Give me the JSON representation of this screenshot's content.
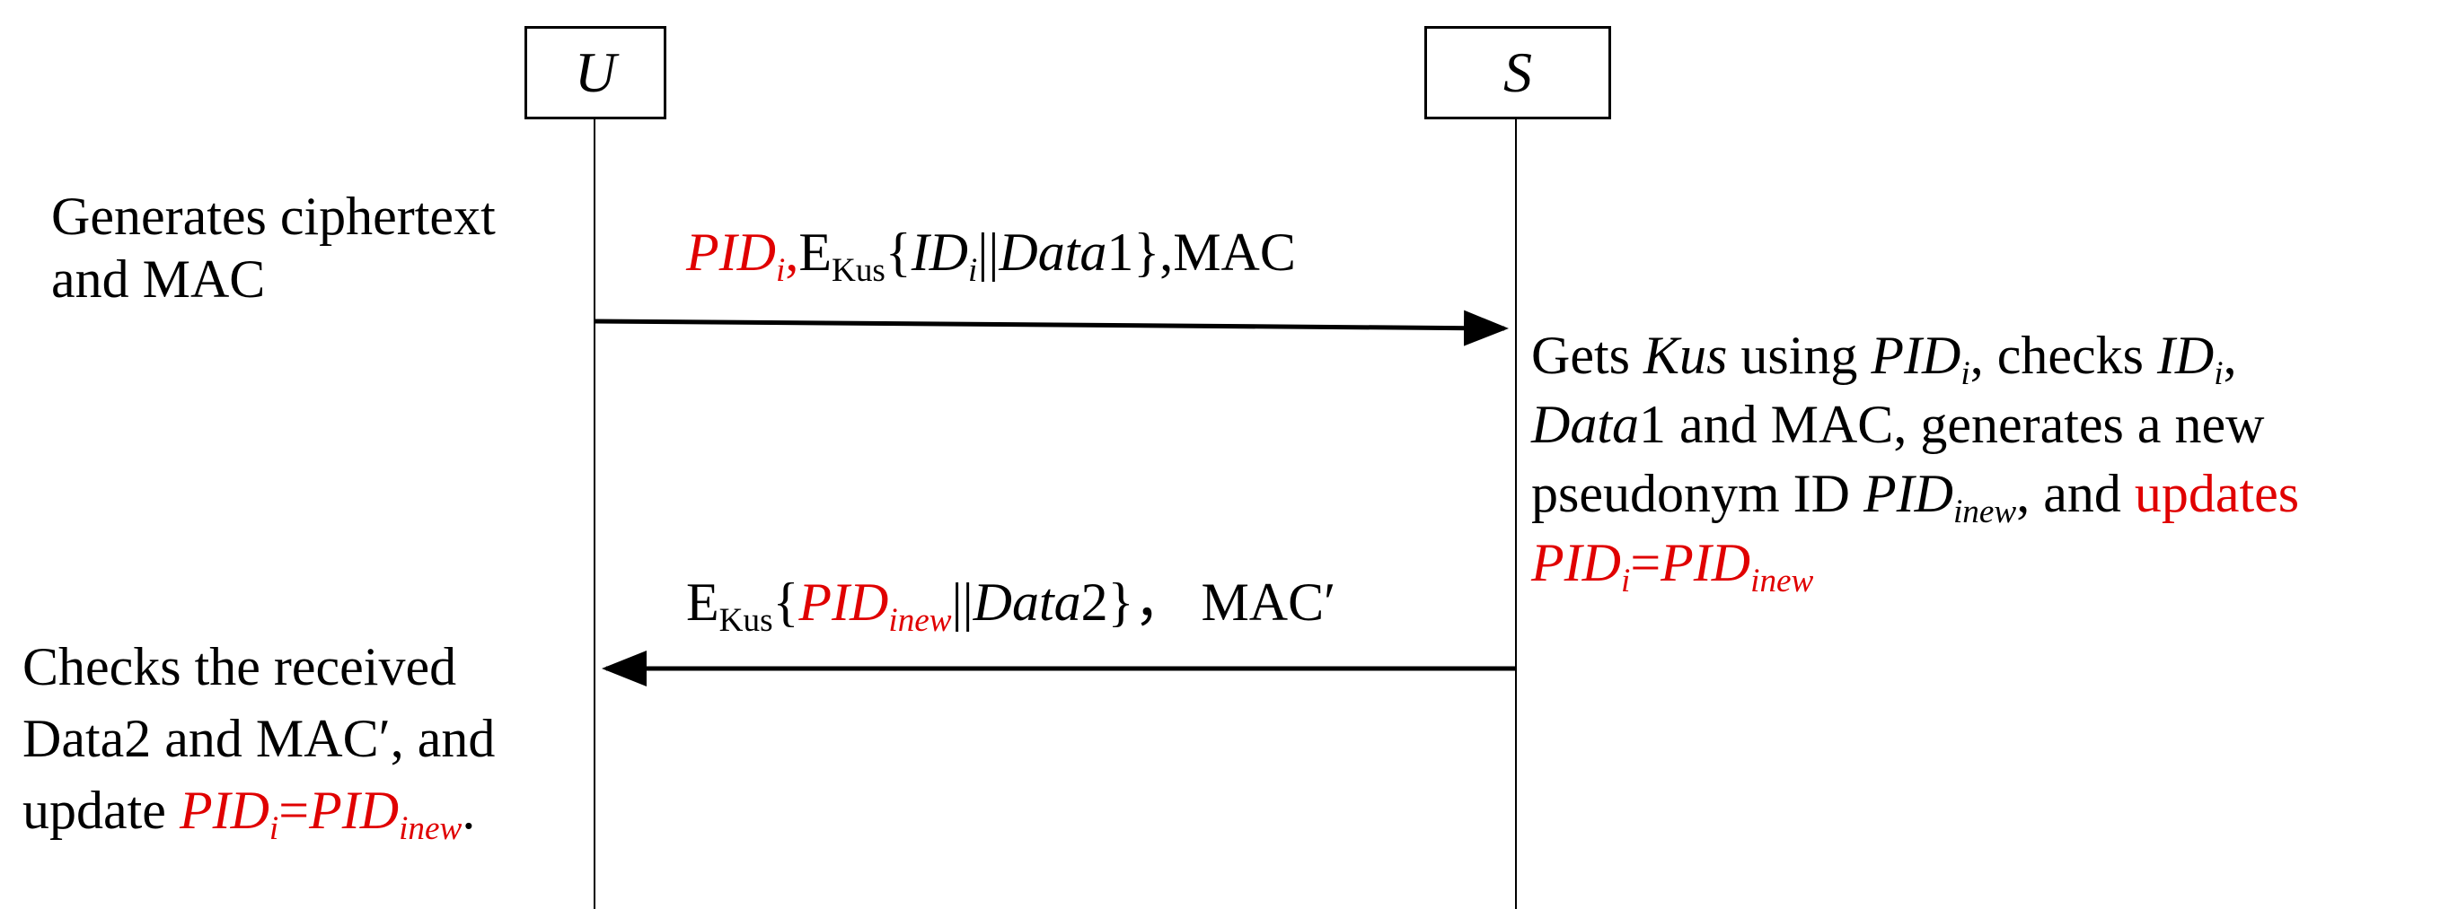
{
  "entities": {
    "user": "U",
    "server": "S"
  },
  "colors": {
    "highlight": "#e00000",
    "line": "#000000"
  },
  "left_note_1": {
    "line1": "Generates ciphertext",
    "line2": "and MAC"
  },
  "message_1": {
    "pid": "PID",
    "pid_sub": "i",
    "comma": ",",
    "enc": "E",
    "enc_sub": "Kus",
    "open": "{",
    "id": "ID",
    "id_sub": "i",
    "concat": "||",
    "data": "Data",
    "data_num": "1",
    "close": "}",
    "mac": ",MAC"
  },
  "right_note": {
    "l1_a": "Gets ",
    "l1_kus": "Kus",
    "l1_b": " using ",
    "l1_pid": "PID",
    "l1_pid_sub": "i",
    "l1_c": ", checks ",
    "l1_id": "ID",
    "l1_id_sub": "i",
    "l1_d": ",",
    "l2_data": "Data",
    "l2_rest": "1 and MAC, generates a new",
    "l3_a": "pseudonym ID ",
    "l3_pid": "PID",
    "l3_pid_sub": "inew",
    "l3_b": ", and ",
    "l3_updates": "updates",
    "l4_pid": "PID",
    "l4_pid_sub": "i",
    "l4_eq": "=",
    "l4_pid2": "PID",
    "l4_pid2_sub": "inew"
  },
  "message_2": {
    "enc": "E",
    "enc_sub": "Kus",
    "open": "{",
    "pid": "PID",
    "pid_sub": "inew",
    "concat": "||",
    "data": "Data",
    "data_num": "2",
    "close": "}",
    "mac": "，  MAC′"
  },
  "left_note_2": {
    "line1": "Checks the received",
    "line2": "Data2 and MAC′, and",
    "l3_a": "update ",
    "l3_pid": "PID",
    "l3_pid_sub": "i",
    "l3_eq": "=",
    "l3_pid2": "PID",
    "l3_pid2_sub": "inew",
    "l3_end": "."
  }
}
